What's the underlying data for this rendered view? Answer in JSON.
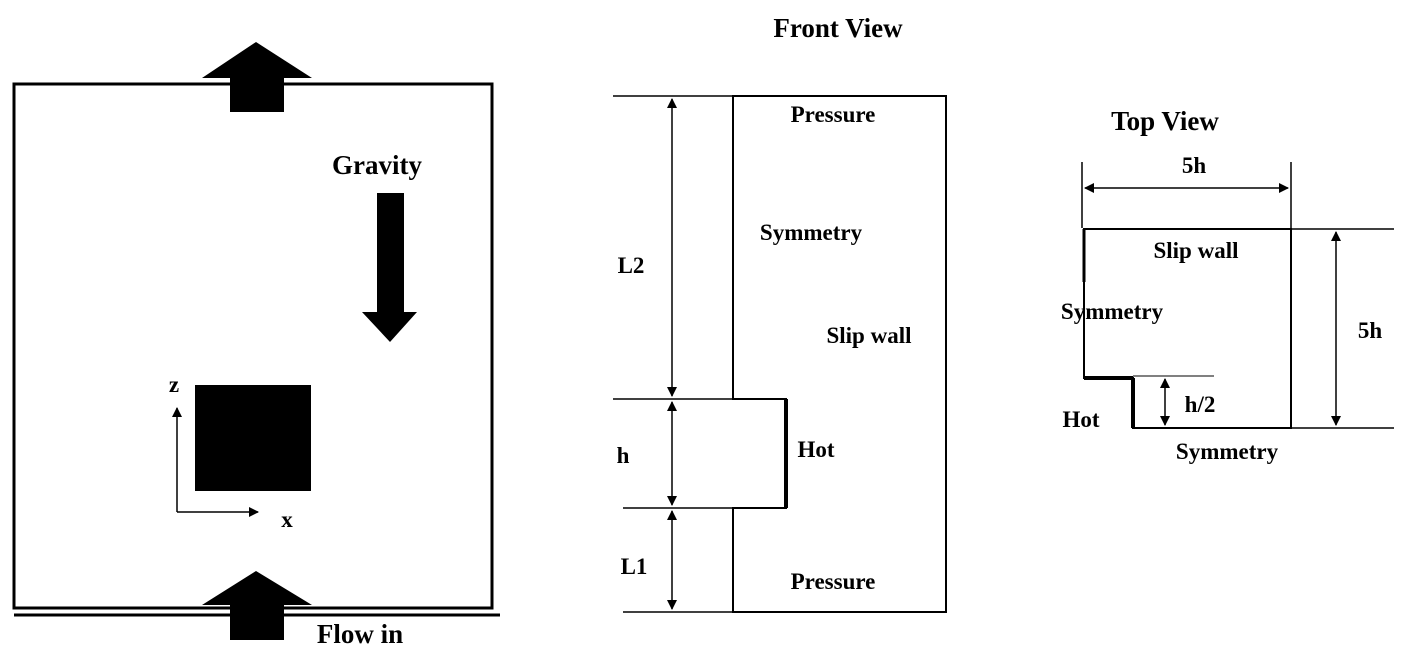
{
  "panels": {
    "domain": {
      "gravity_label": "Gravity",
      "flow_label": "Flow in",
      "axis_z": "z",
      "axis_x": "x"
    },
    "front_view": {
      "title": "Front View",
      "pressure_top": "Pressure",
      "symmetry": "Symmetry",
      "slip_wall": "Slip wall",
      "hot": "Hot",
      "pressure_bottom": "Pressure",
      "dim_l2": "L2",
      "dim_h": "h",
      "dim_l1": "L1"
    },
    "top_view": {
      "title": "Top View",
      "dim_width": "5h",
      "slip_wall": "Slip wall",
      "symmetry_left": "Symmetry",
      "dim_height": "5h",
      "dim_half_h": "h/2",
      "hot": "Hot",
      "symmetry_bottom": "Symmetry"
    }
  },
  "colors": {
    "ink": "#000000",
    "background": "#ffffff"
  }
}
